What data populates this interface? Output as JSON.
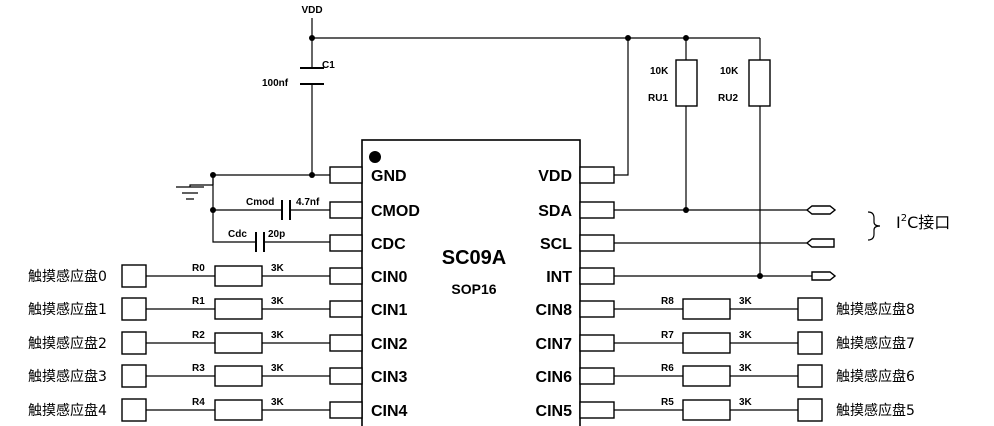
{
  "power": {
    "vdd_label": "VDD"
  },
  "caps": {
    "c1_name": "C1",
    "c1_value": "100nf",
    "cmod_name": "Cmod",
    "cmod_value": "4.7nf",
    "cdc_name": "Cdc",
    "cdc_value": "20p"
  },
  "pullups": {
    "ru1_value": "10K",
    "ru1_name": "RU1",
    "ru2_value": "10K",
    "ru2_name": "RU2"
  },
  "chip": {
    "name": "SC09A",
    "package": "SOP16",
    "left_pins": [
      "GND",
      "CMOD",
      "CDC",
      "CIN0",
      "CIN1",
      "CIN2",
      "CIN3",
      "CIN4"
    ],
    "right_pins": [
      "VDD",
      "SDA",
      "SCL",
      "INT",
      "CIN8",
      "CIN7",
      "CIN6",
      "CIN5"
    ]
  },
  "left_channels": [
    {
      "res": "R0",
      "val": "3K",
      "pad": "触摸感应盘0"
    },
    {
      "res": "R1",
      "val": "3K",
      "pad": "触摸感应盘1"
    },
    {
      "res": "R2",
      "val": "3K",
      "pad": "触摸感应盘2"
    },
    {
      "res": "R3",
      "val": "3K",
      "pad": "触摸感应盘3"
    },
    {
      "res": "R4",
      "val": "3K",
      "pad": "触摸感应盘4"
    }
  ],
  "right_channels": [
    {
      "res": "R8",
      "val": "3K",
      "pad": "触摸感应盘8"
    },
    {
      "res": "R7",
      "val": "3K",
      "pad": "触摸感应盘7"
    },
    {
      "res": "R6",
      "val": "3K",
      "pad": "触摸感应盘6"
    },
    {
      "res": "R5",
      "val": "3K",
      "pad": "触摸感应盘5"
    }
  ],
  "interface": {
    "i": "I",
    "sup": "2",
    "rest": "C接口"
  }
}
